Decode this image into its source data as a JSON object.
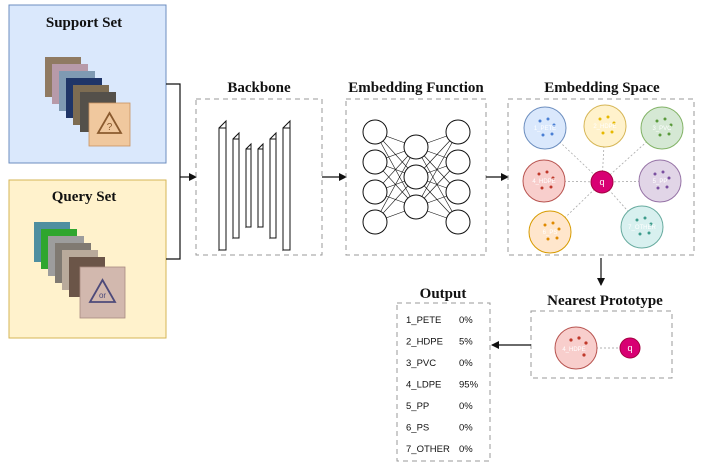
{
  "support_set": {
    "title": "Support Set",
    "card_glyph": "?",
    "colors": {
      "panel": "#dae8fc",
      "border": "#6c8ebf"
    }
  },
  "query_set": {
    "title": "Query Set",
    "card_glyph": "or",
    "colors": {
      "panel": "#fff2cc",
      "border": "#d6b656"
    }
  },
  "backbone": {
    "title": "Backbone"
  },
  "embedding_function": {
    "title": "Embedding Function"
  },
  "embedding_space": {
    "title": "Embedding Space",
    "query_label": "q",
    "query_color": "#d80073",
    "classes": [
      {
        "label": "1_PETE",
        "fill": "#dae8fc",
        "stroke": "#6c8ebf",
        "dot": "#4a7fd4"
      },
      {
        "label": "2_HDPE",
        "fill": "#fff2cc",
        "stroke": "#d6b656",
        "dot": "#e6b800"
      },
      {
        "label": "3_PVC",
        "fill": "#d5e8d4",
        "stroke": "#82b366",
        "dot": "#5a9a3c"
      },
      {
        "label": "4_HDPE",
        "fill": "#f8cecc",
        "stroke": "#b85450",
        "dot": "#c0392b"
      },
      {
        "label": "5_PP",
        "fill": "#e1d5e7",
        "stroke": "#9673a6",
        "dot": "#7b4fa0"
      },
      {
        "label": "6_PS",
        "fill": "#ffe6cc",
        "stroke": "#d79b00",
        "dot": "#e08a00"
      },
      {
        "label": "7_OTHER",
        "fill": "#d8f0ef",
        "stroke": "#67ab9f",
        "dot": "#3d9c8c"
      }
    ]
  },
  "nearest_prototype": {
    "title": "Nearest Prototype",
    "class_label": "4_HDPE",
    "query_label": "q"
  },
  "output": {
    "title": "Output",
    "rows": [
      {
        "label": "1_PETE",
        "value": "0%"
      },
      {
        "label": "2_HDPE",
        "value": "5%"
      },
      {
        "label": "3_PVC",
        "value": "0%"
      },
      {
        "label": "4_LDPE",
        "value": "95%"
      },
      {
        "label": "5_PP",
        "value": "0%"
      },
      {
        "label": "6_PS",
        "value": "0%"
      },
      {
        "label": "7_OTHER",
        "value": "0%"
      }
    ]
  }
}
